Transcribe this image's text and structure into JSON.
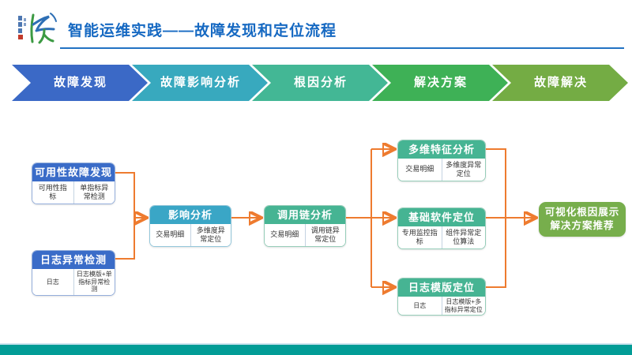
{
  "header": {
    "title": "智能运维实践——故障发现和定位流程",
    "title_color": "#1669C2",
    "rule_color": "#2272C3"
  },
  "stages": [
    {
      "label": "故障发现",
      "color": "#3B69C6"
    },
    {
      "label": "故障影响分析",
      "color": "#38A9BE"
    },
    {
      "label": "根因分析",
      "color": "#43B795"
    },
    {
      "label": "解决方案",
      "color": "#3EB156"
    },
    {
      "label": "故障解决",
      "color": "#74AC44"
    }
  ],
  "flow": {
    "arrow_color": "#EE7B2F",
    "boxes": [
      {
        "title": "可用性故障发现",
        "header_color": "#3A6CC8",
        "cells": [
          "可用性指标",
          "单指标异常检测"
        ]
      },
      {
        "title": "日志异常检测",
        "header_color": "#3A6CC8",
        "cells": [
          "日志",
          "日志模版+单指标异常检测"
        ]
      },
      {
        "title": "影响分析",
        "header_color": "#3AA6C6",
        "cells": [
          "交易明细",
          "多维度异常定位"
        ]
      },
      {
        "title": "调用链分析",
        "header_color": "#46B493",
        "cells": [
          "交易明细",
          "调用链异常定位"
        ]
      },
      {
        "title": "多维特征分析",
        "header_color": "#46B493",
        "cells": [
          "交易明细",
          "多维度异常定位"
        ]
      },
      {
        "title": "基础软件定位",
        "header_color": "#46B493",
        "cells": [
          "专用监控指标",
          "组件异常定位算法"
        ]
      },
      {
        "title": "日志模版定位",
        "header_color": "#46B493",
        "cells": [
          "日志",
          "日志模版+多指标异常定位"
        ]
      }
    ],
    "result": {
      "line1": "可视化根因展示",
      "line2": "解决方案推荐",
      "color": "#77AE4C"
    }
  },
  "footer": {
    "bar_color": "#029C96"
  }
}
